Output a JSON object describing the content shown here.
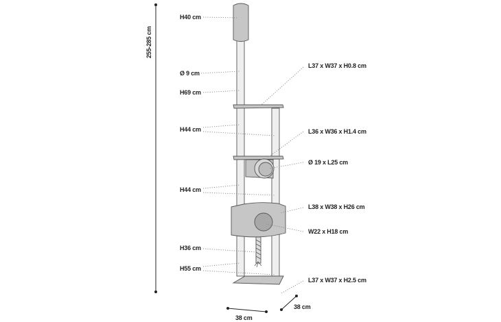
{
  "title": "Cat tree dimensions",
  "overall_height": "255-285 cm",
  "left_labels": {
    "top_cylinder": "H40 cm",
    "pole_diameter": "Ø 9 cm",
    "top_pole": "H69 cm",
    "upper_section": "H44 cm",
    "middle_section": "H44 cm",
    "rope": "H36 cm",
    "lower_section": "H55 cm"
  },
  "right_labels": {
    "top_platform": "L37 x W37 x H0.8 cm",
    "middle_platform": "L36 x W36 x H1.4 cm",
    "tunnel": "Ø 19 x L25 cm",
    "cave": "L38 x W38 x H26 cm",
    "cave_opening": "W22 x H18 cm",
    "base": "L37 x W37 x H2.5 cm"
  },
  "base_width": "38 cm",
  "base_depth": "38 cm",
  "colors": {
    "fill": "#c6c6c6",
    "pole": "#efefef",
    "outline": "#555555"
  }
}
